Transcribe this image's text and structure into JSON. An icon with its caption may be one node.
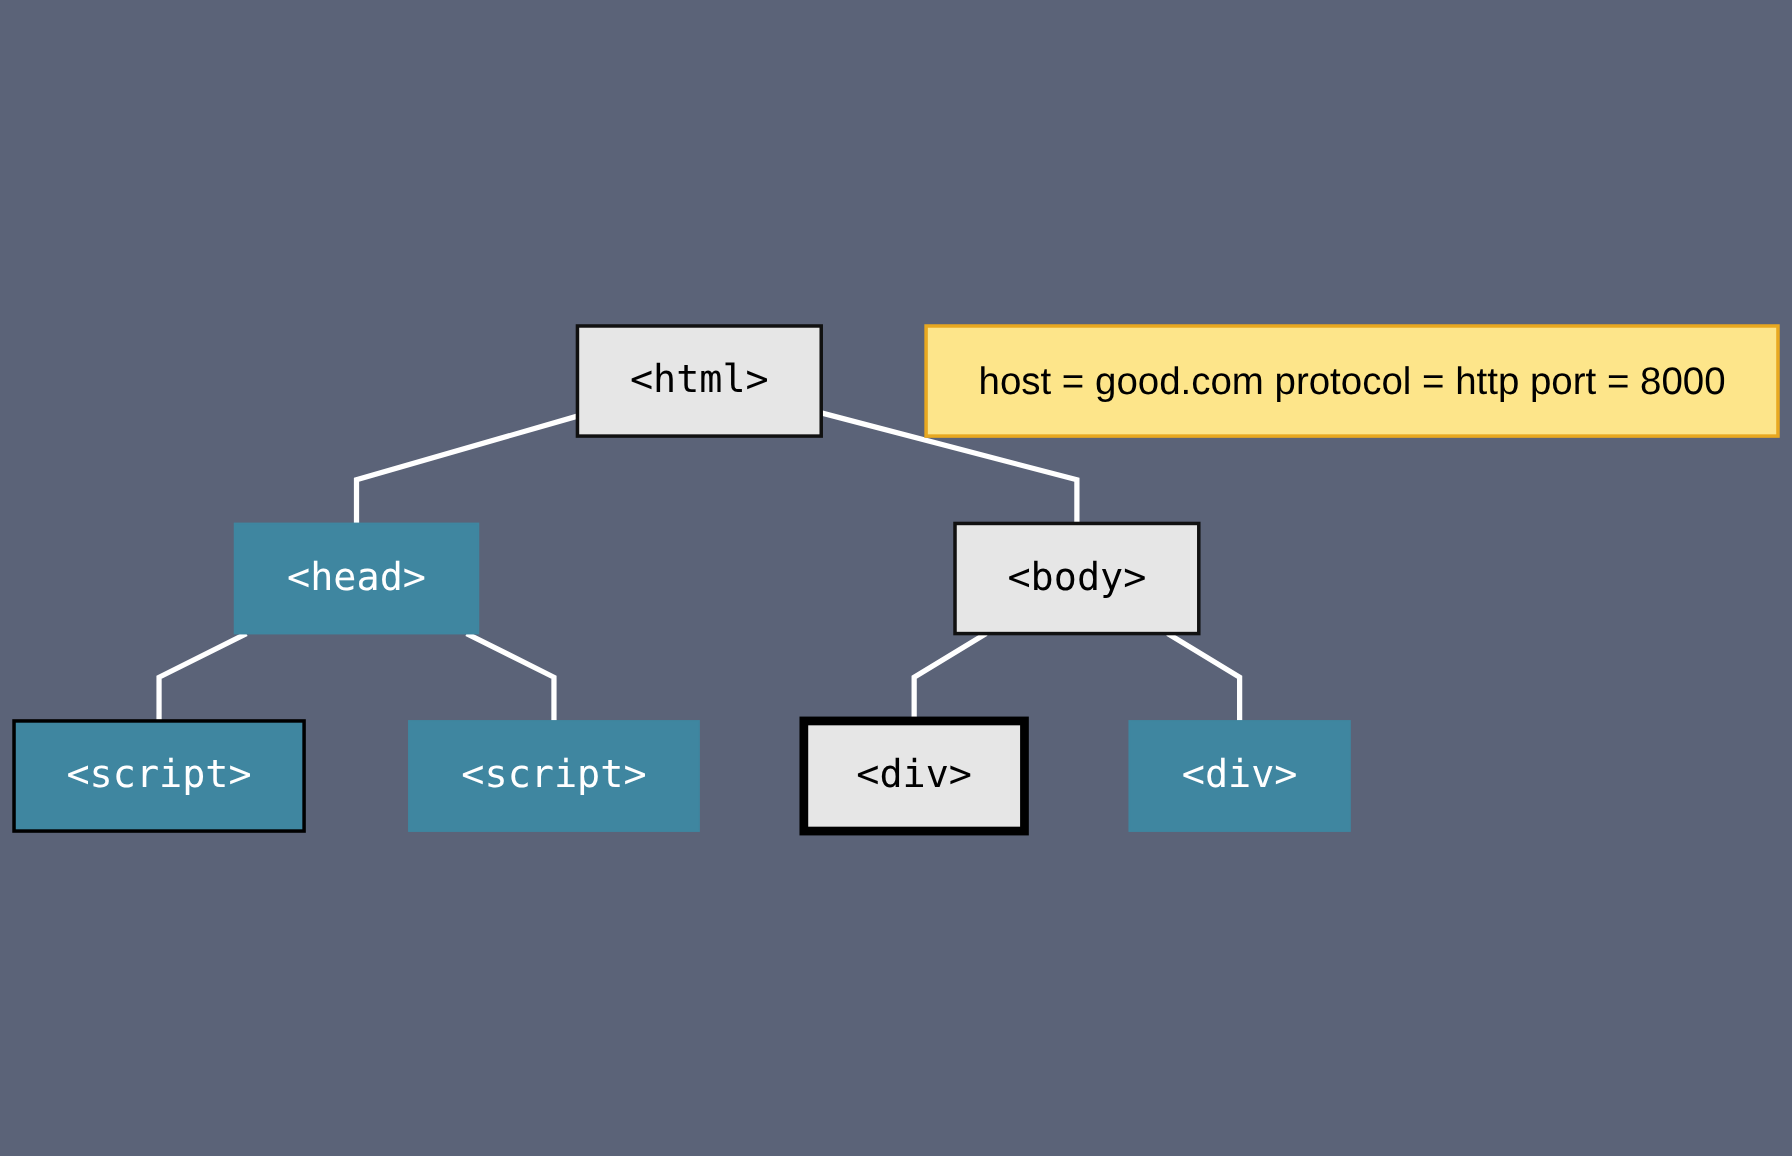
{
  "diagram": {
    "nodes": [
      {
        "text": [
          "host = good.com protocol = http port = 8000"
        ]
      },
      {
        "text": [
          "<html>"
        ]
      },
      {
        "text": [
          "<head>"
        ]
      },
      {
        "text": [
          "<body>"
        ]
      },
      {
        "text": [
          "<script>"
        ]
      },
      {
        "text": [
          "<script>"
        ]
      },
      {
        "text": [
          "<div>"
        ]
      },
      {
        "text": [
          "<div>"
        ]
      }
    ],
    "edges": [
      {
        "from": 1,
        "to": 2,
        "arrow": "none"
      },
      {
        "from": 1,
        "to": 3,
        "arrow": "none"
      },
      {
        "from": 2,
        "to": 4,
        "arrow": "none"
      },
      {
        "from": 2,
        "to": 5,
        "arrow": "none"
      },
      {
        "from": 3,
        "to": 6,
        "arrow": "none"
      },
      {
        "from": 3,
        "to": 7,
        "arrow": "none"
      }
    ]
  }
}
